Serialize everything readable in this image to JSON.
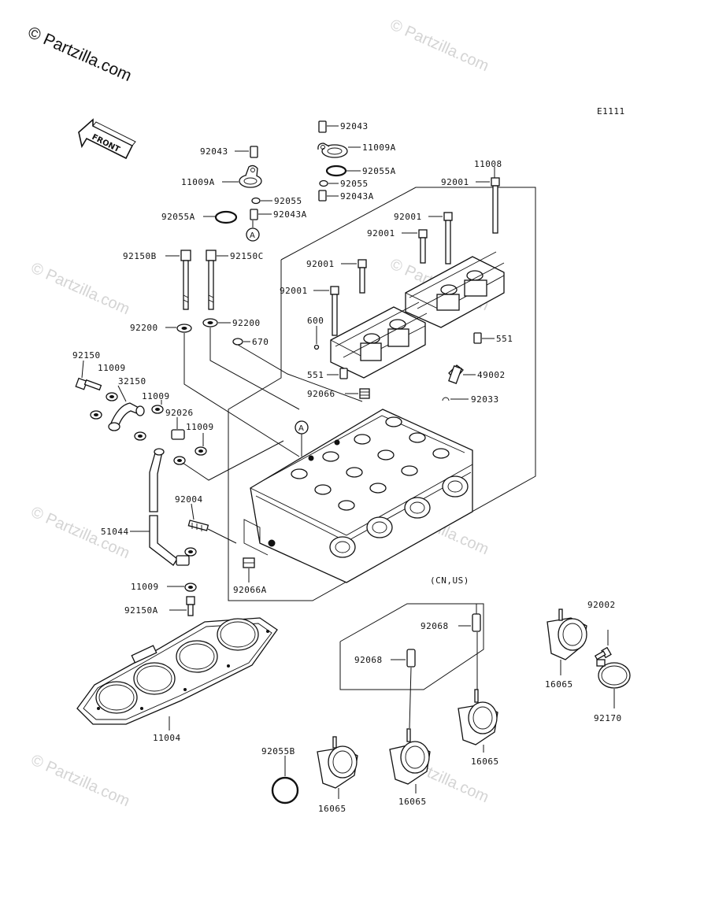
{
  "watermark": {
    "main": "© Partzilla.com",
    "faint": "© Partzilla.com"
  },
  "diagram_code": "E1111",
  "front_arrow": "FRONT",
  "ref_marker": "A",
  "region_note": "(CN,US)",
  "labels": {
    "p92043_left": "92043",
    "p11009A_left": "11009A",
    "p92055_left": "92055",
    "p92055A_left": "92055A",
    "p92043A_left": "92043A",
    "p92043_top": "92043",
    "p11009A_top": "11009A",
    "p92055A_top": "92055A",
    "p92055_top": "92055",
    "p92043A_top": "92043A",
    "p11008": "11008",
    "p92001_a": "92001",
    "p92001_b": "92001",
    "p92001_c": "92001",
    "p92001_d": "92001",
    "p92001_e": "92001",
    "p92150B": "92150B",
    "p92150C": "92150C",
    "p92200_a": "92200",
    "p92200_b": "92200",
    "p670": "670",
    "p600": "600",
    "p551_a": "551",
    "p551_b": "551",
    "p49002": "49002",
    "p92066": "92066",
    "p92033": "92033",
    "p92150": "92150",
    "p11009_a": "11009",
    "p32150": "32150",
    "p11009_b": "11009",
    "p92026": "92026",
    "p11009_c": "11009",
    "p92004": "92004",
    "p51044": "51044",
    "p11009_d": "11009",
    "p92150A": "92150A",
    "p92066A": "92066A",
    "p11004": "11004",
    "p92068_a": "92068",
    "p92068_b": "92068",
    "p92002": "92002",
    "p16065_a": "16065",
    "p92170": "92170",
    "p16065_b": "16065",
    "p92055B": "92055B",
    "p16065_c": "16065",
    "p16065_d": "16065"
  }
}
